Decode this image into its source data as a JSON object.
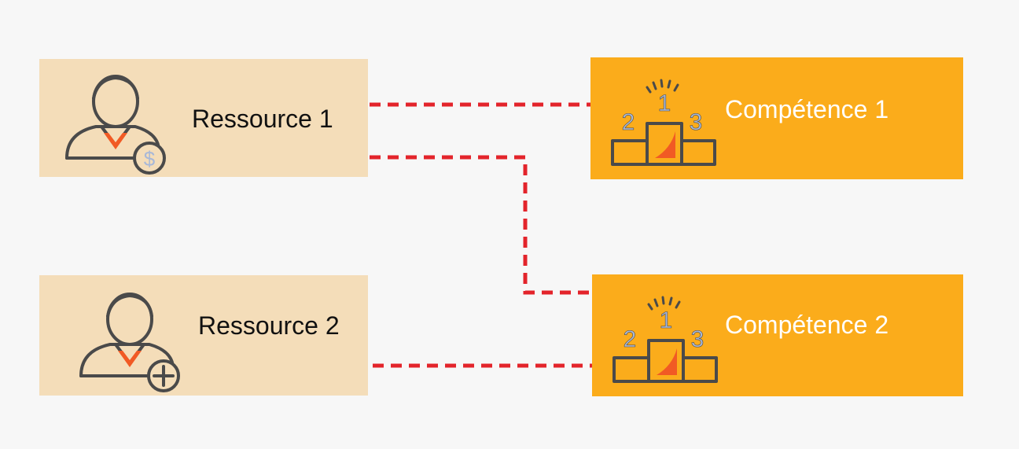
{
  "resources": [
    {
      "label": "Ressource 1",
      "badge": "dollar-badge"
    },
    {
      "label": "Ressource 2",
      "badge": "plus-badge"
    }
  ],
  "competences": [
    {
      "label": "Compétence 1",
      "podium": [
        "1",
        "2",
        "3"
      ]
    },
    {
      "label": "Compétence 2",
      "podium": [
        "1",
        "2",
        "3"
      ]
    }
  ],
  "links": [
    {
      "from": "Ressource 1",
      "to": "Compétence 1"
    },
    {
      "from": "Ressource 1",
      "to": "Compétence 2"
    },
    {
      "from": "Ressource 2",
      "to": "Compétence 2"
    }
  ],
  "colors": {
    "background": "#f7f7f7",
    "resource_fill": "#f4ddb9",
    "competence_fill": "#fbac1b",
    "link": "#e3242b",
    "icon_stroke": "#4a4a4a",
    "accent": "#f15a24",
    "podium_number": "#a8b8d8"
  }
}
